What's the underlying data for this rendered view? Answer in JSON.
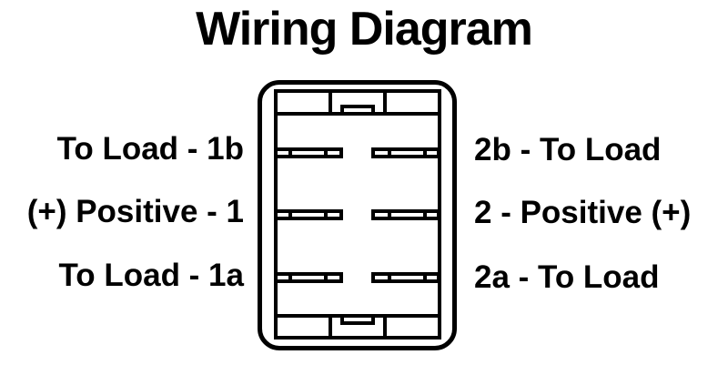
{
  "title": "Wiring Diagram",
  "colors": {
    "ink": "#000000",
    "background": "#ffffff"
  },
  "switch": {
    "type": "rocker-switch-6-terminal",
    "left_terminals": [
      {
        "id": "1b",
        "label": "To Load - 1b"
      },
      {
        "id": "1",
        "label": "(+) Positive - 1"
      },
      {
        "id": "1a",
        "label": "To Load - 1a"
      }
    ],
    "right_terminals": [
      {
        "id": "2b",
        "label": "2b - To Load"
      },
      {
        "id": "2",
        "label": "2 - Positive (+)"
      },
      {
        "id": "2a",
        "label": "2a - To Load"
      }
    ]
  }
}
